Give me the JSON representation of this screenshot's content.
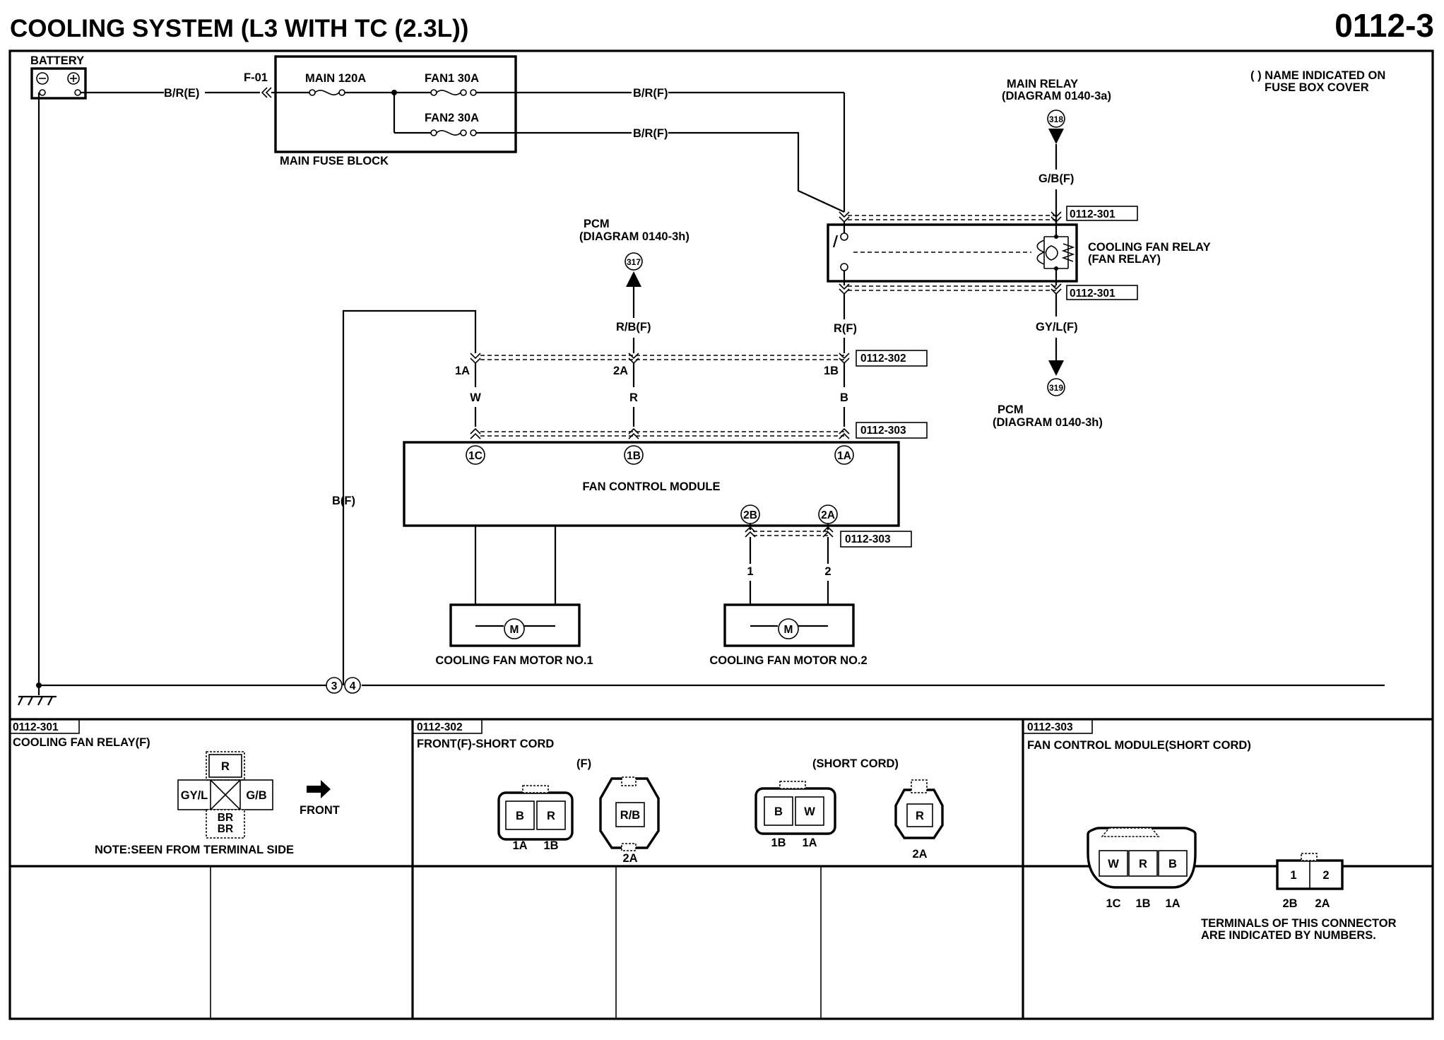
{
  "header": {
    "title": "COOLING SYSTEM (L3 WITH TC (2.3L))",
    "page_number": "0112-3"
  },
  "note": {
    "line1": "( ) NAME INDICATED ON",
    "line2": "FUSE BOX COVER"
  },
  "battery": {
    "label": "BATTERY",
    "wire": "B/R(E)"
  },
  "fuse_block": {
    "name": "MAIN FUSE BLOCK",
    "connector": "F-01",
    "main": "MAIN 120A",
    "fan1": "FAN1 30A",
    "fan2": "FAN2 30A",
    "fan1_wire": "B/R(F)",
    "fan2_wire": "B/R(F)"
  },
  "main_relay": {
    "line1": "MAIN RELAY",
    "line2": "(DIAGRAM 0140-3a)",
    "terminal": "318",
    "wire": "G/B(F)"
  },
  "fan_relay": {
    "line1": "COOLING FAN RELAY",
    "line2": "(FAN RELAY)",
    "conn_top": "0112-301",
    "conn_bottom": "0112-301",
    "out_wire": "GY/L(F)",
    "rf_wire": "R(F)"
  },
  "pcm_bottom": {
    "terminal": "319",
    "line1": "PCM",
    "line2": "(DIAGRAM 0140-3h)"
  },
  "pcm_top": {
    "line1": "PCM",
    "line2": "(DIAGRAM 0140-3h)",
    "terminal": "317",
    "wire": "R/B(F)"
  },
  "conn_302": {
    "id": "0112-302",
    "pin_1a": "1A",
    "pin_2a": "2A",
    "pin_1b": "1B",
    "wire_w": "W",
    "wire_r": "R",
    "wire_b": "B"
  },
  "conn_303": {
    "id": "0112-303",
    "id2": "0112-303"
  },
  "fcm": {
    "name": "FAN CONTROL MODULE",
    "pin_1c": "1C",
    "pin_1b": "1B",
    "pin_1a": "1A",
    "pin_2b": "2B",
    "pin_2a": "2A",
    "out1": "1",
    "out2": "2"
  },
  "ground_wire": "B(F)",
  "motors": {
    "m1": "COOLING FAN MOTOR NO.1",
    "m2": "COOLING FAN MOTOR NO.2",
    "symbol": "M"
  },
  "ground_points": {
    "g3": "3",
    "g4": "4"
  },
  "panel_301": {
    "id": "0112-301",
    "title": "COOLING FAN RELAY(F)",
    "pin_top": "R",
    "pin_left": "GY/L",
    "pin_right": "G/B",
    "pin_bottom1": "BR",
    "pin_bottom2": "BR",
    "front": "FRONT",
    "note": "NOTE:SEEN FROM TERMINAL SIDE"
  },
  "panel_302": {
    "id": "0112-302",
    "title": "FRONT(F)-SHORT CORD",
    "f_label": "(F)",
    "short_label": "(SHORT CORD)",
    "c1_pins": [
      "B",
      "R"
    ],
    "c1_under": [
      "1A",
      "1B"
    ],
    "c2_pin": "R/B",
    "c2_under": "2A",
    "c3_pins": [
      "B",
      "W"
    ],
    "c3_under": [
      "1B",
      "1A"
    ],
    "c4_pin": "R",
    "c4_under": "2A"
  },
  "panel_303": {
    "id": "0112-303",
    "title": "FAN CONTROL MODULE(SHORT CORD)",
    "c1_pins": [
      "W",
      "R",
      "B"
    ],
    "c1_under": [
      "1C",
      "1B",
      "1A"
    ],
    "c2_pins": [
      "1",
      "2"
    ],
    "c2_under": [
      "2B",
      "2A"
    ],
    "note1": "TERMINALS OF THIS CONNECTOR",
    "note2": "ARE INDICATED BY NUMBERS."
  }
}
